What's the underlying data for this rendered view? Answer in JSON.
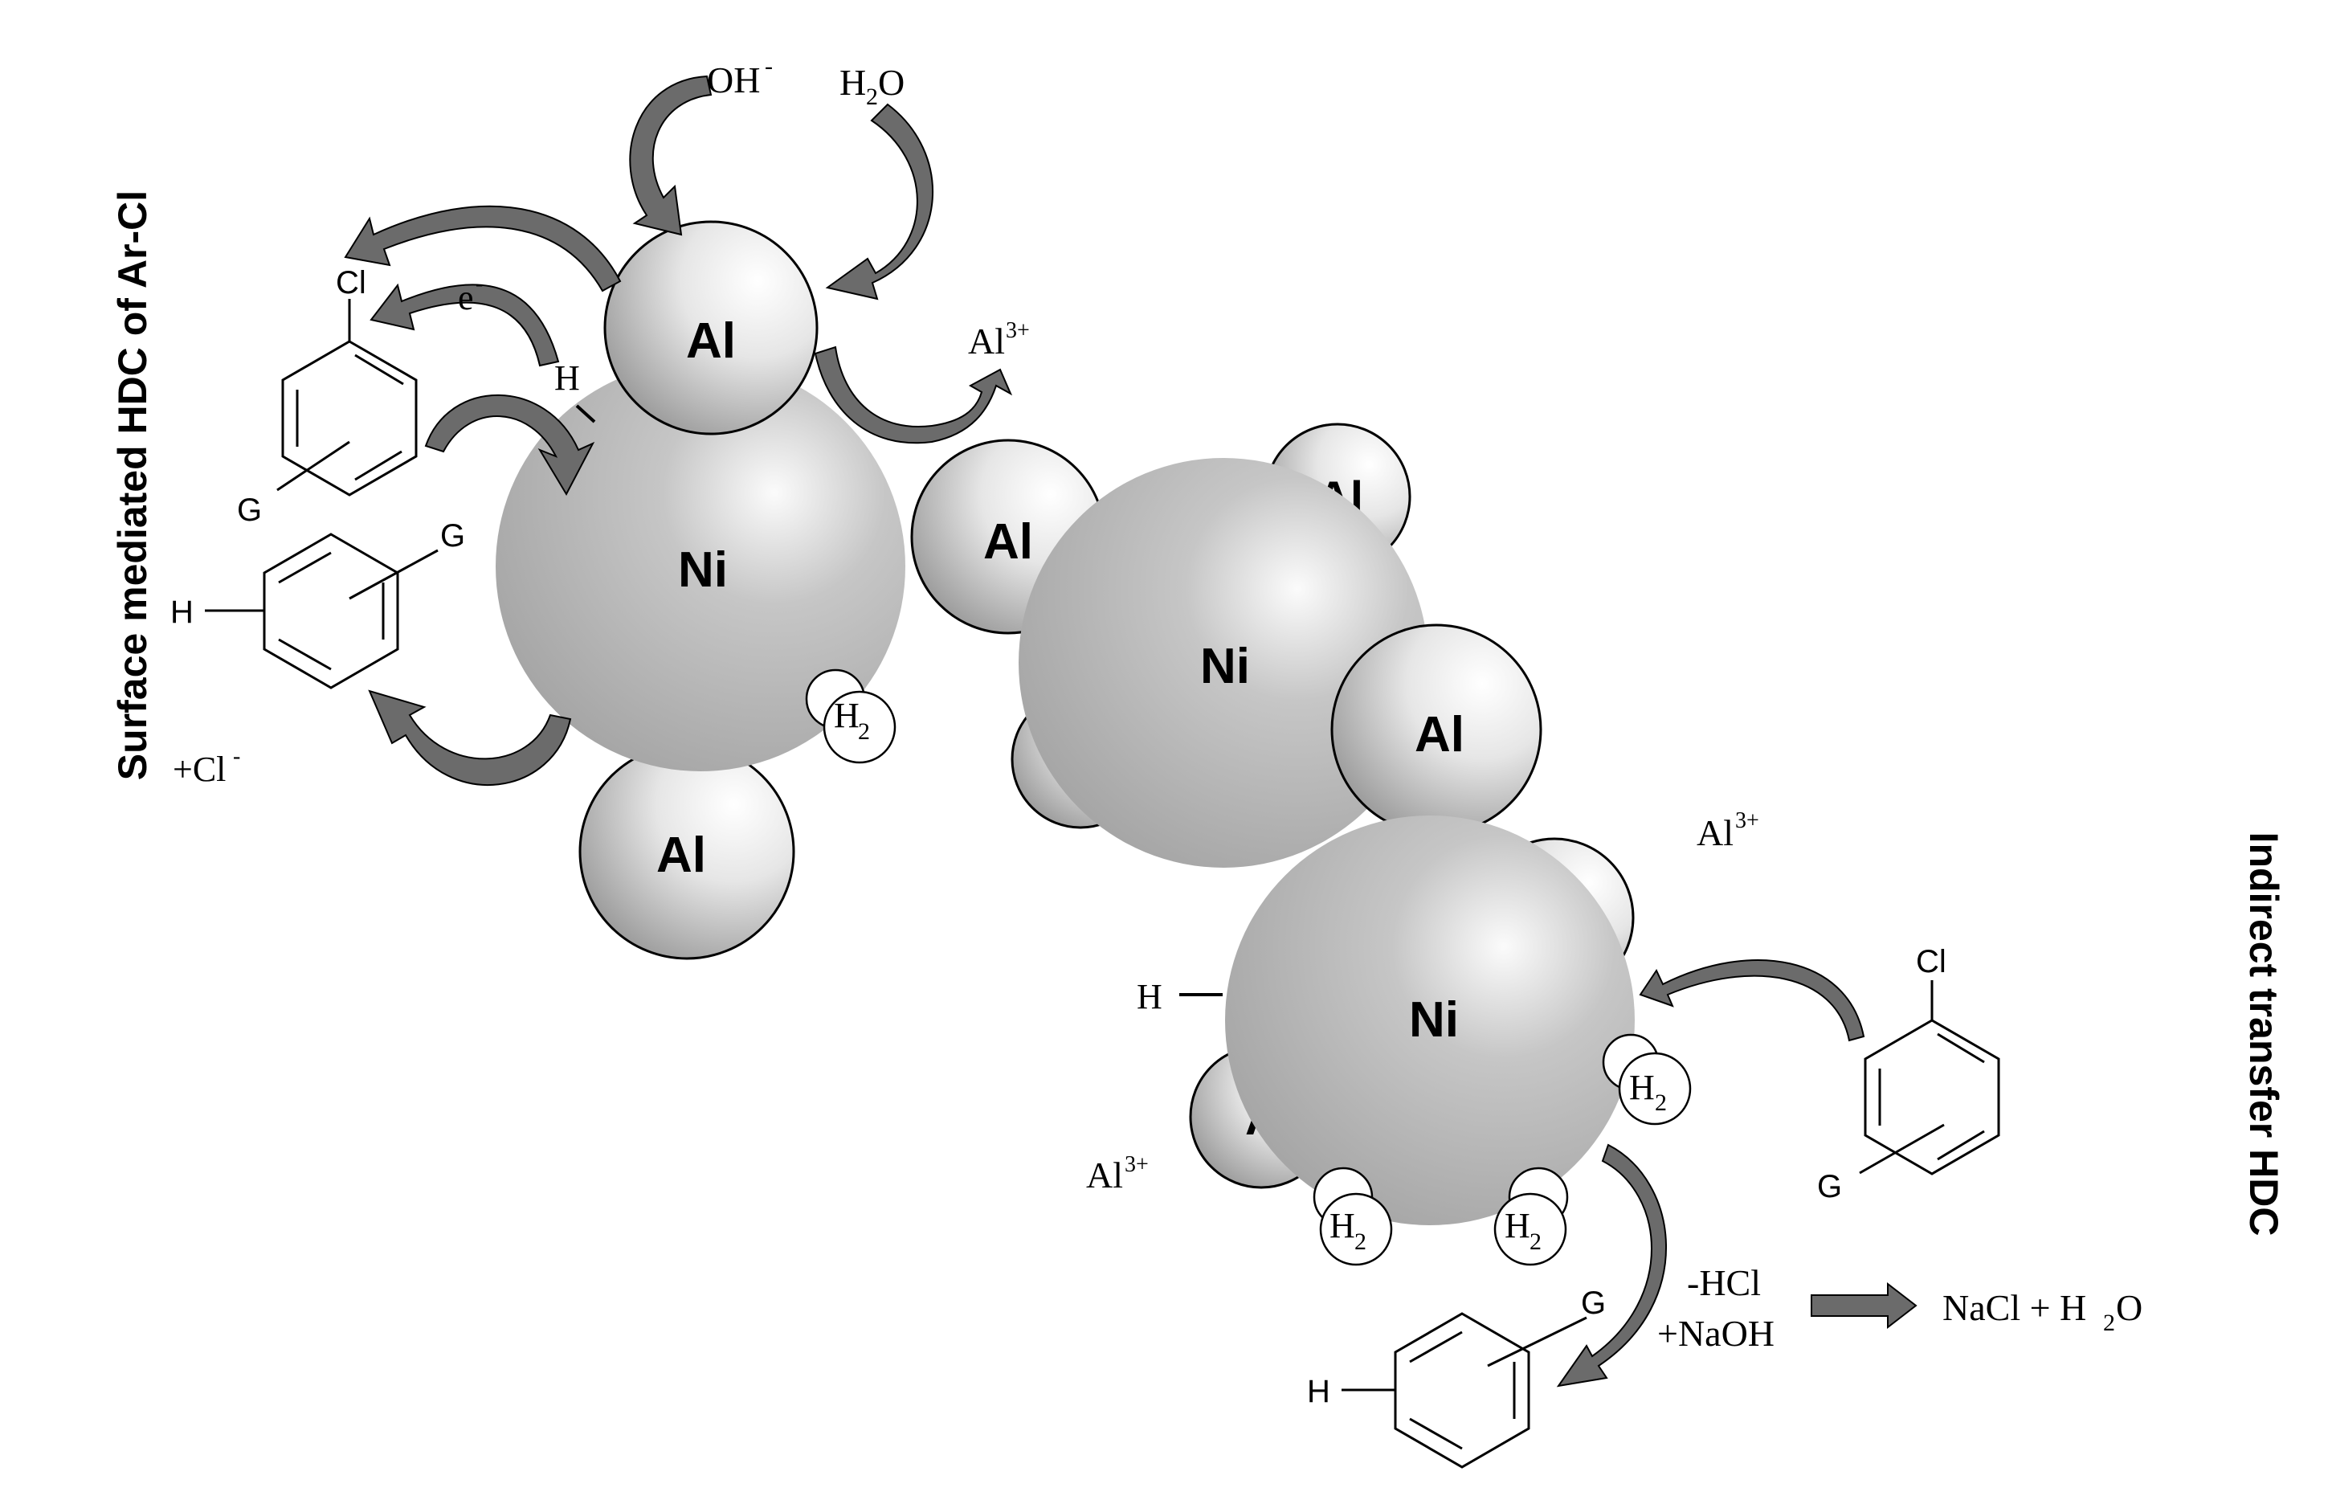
{
  "titles": {
    "left": "Surface mediated HDC of Ar-Cl",
    "right": "Indirect transfer HDC"
  },
  "particles": {
    "al": "Al",
    "ni": "Ni",
    "h2_main": "H",
    "h2_sub": "2"
  },
  "species": {
    "oh_main": "OH",
    "oh_sup": "-",
    "water_h": "H",
    "water_sub": "2",
    "water_o": "O",
    "al3_main": "Al",
    "al3_sup": "3+",
    "electron_main": "e",
    "electron_sup": "-",
    "hydride": "H",
    "chloride_main": "+Cl",
    "chloride_sup": "-",
    "minus_hcl": "-HCl",
    "plus_naoh": "+NaOH",
    "product_nacl": "NaCl + H",
    "product_sub": "2",
    "product_o": "O"
  },
  "rings": {
    "cl": "Cl",
    "g": "G",
    "h": "H"
  },
  "colors": {
    "arrow": "#6b6b6b",
    "ni_fill": "#a9a9a9",
    "al_fill": "#d8d8d8"
  }
}
